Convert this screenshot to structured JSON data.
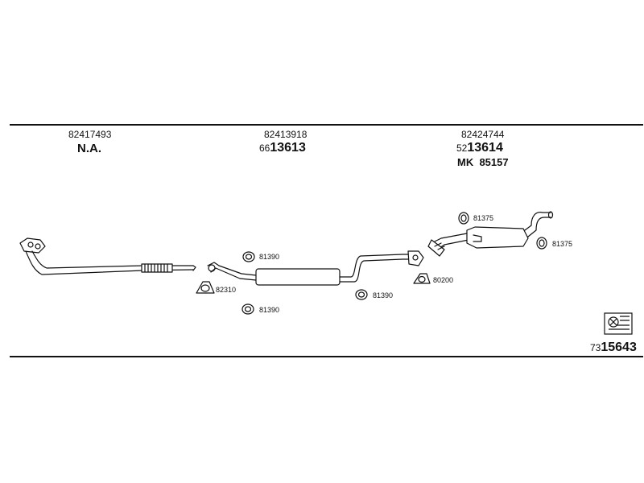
{
  "groups": [
    {
      "part_number": "82417493",
      "status": "N.A."
    },
    {
      "part_number": "82413918",
      "code_prefix": "66",
      "code_main": "13613"
    },
    {
      "part_number": "82424744",
      "code_prefix": "52",
      "code_main": "13614",
      "mk_label": "MK",
      "mk_number": "85157"
    }
  ],
  "hardware_labels": {
    "clamp_upper": "81390",
    "clamp_lower": "81390",
    "clamp_mid": "81390",
    "gasket_front": "82310",
    "gasket_rear": "80200",
    "hanger_top": "81375",
    "hanger_right": "81375"
  },
  "footer": {
    "code_prefix": "73",
    "code_main": "15643"
  },
  "colors": {
    "line": "#111111",
    "background": "#ffffff"
  }
}
